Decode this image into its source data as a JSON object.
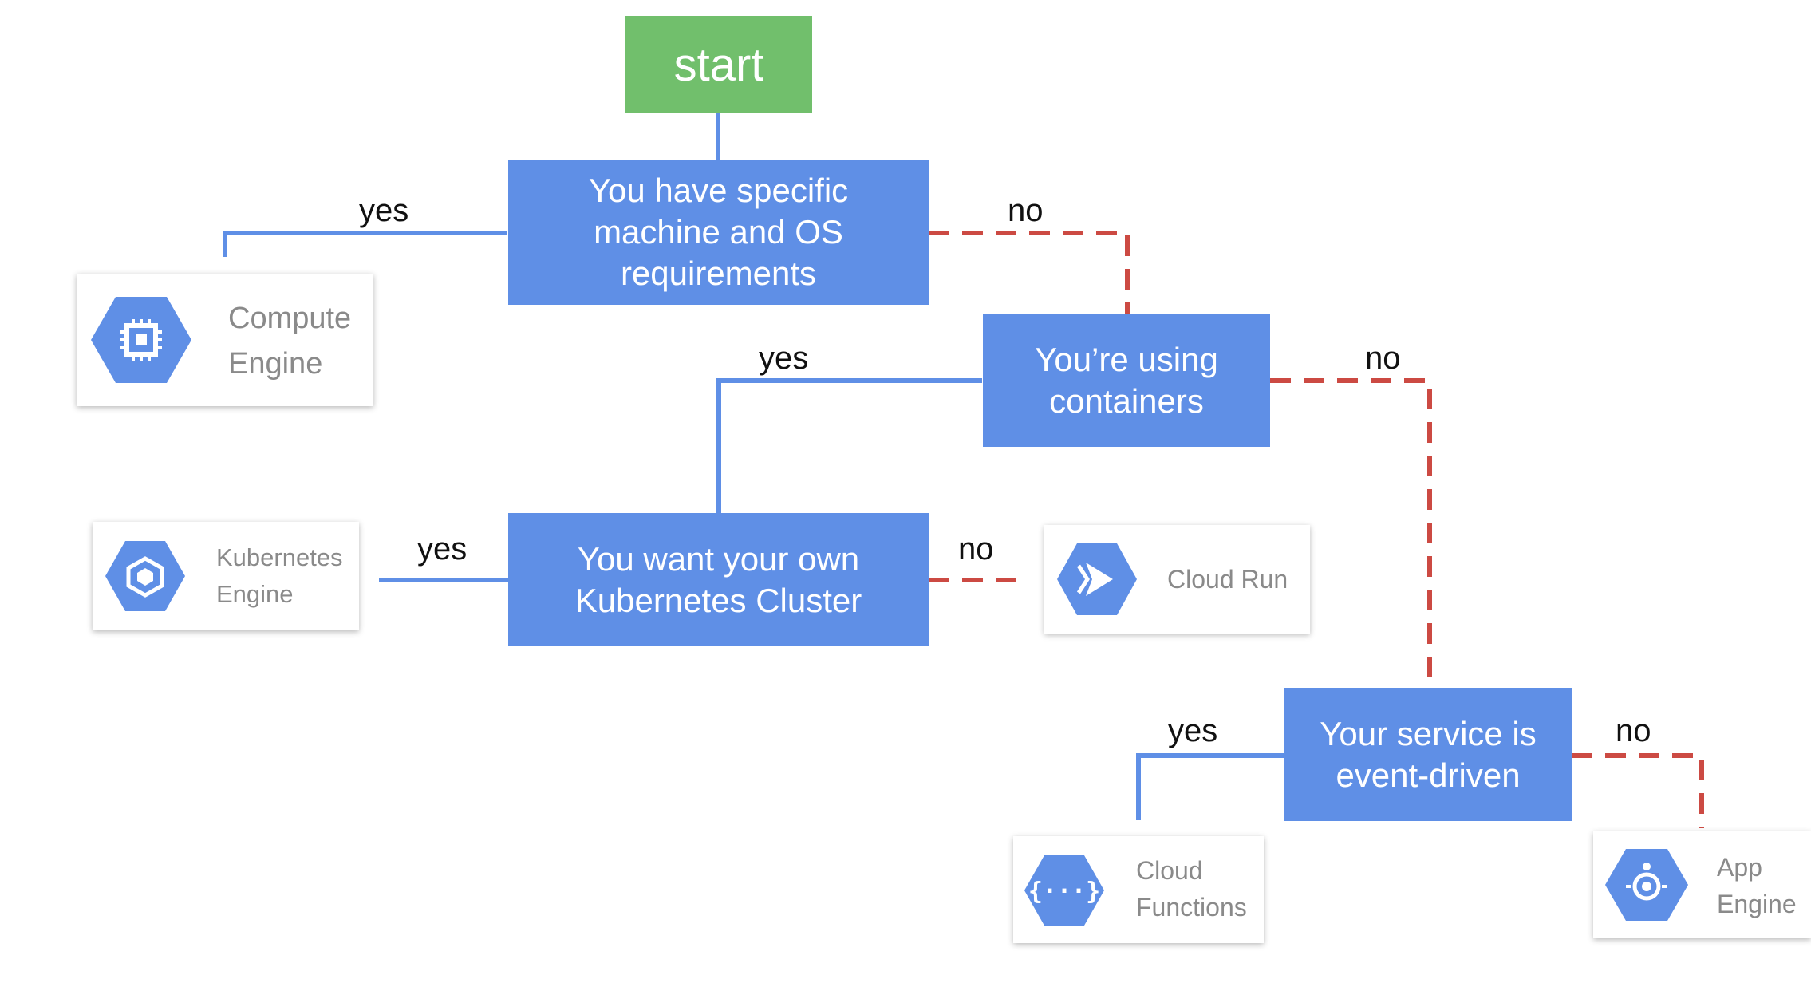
{
  "start": {
    "label": "start"
  },
  "decisions": {
    "machine_os": "You have specific machine and OS requirements",
    "containers": "You’re using containers",
    "kubernetes": "You want your own Kubernetes Cluster",
    "event_driven": "Your service is event-driven"
  },
  "edge_labels": {
    "yes_1": "yes",
    "no_1": "no",
    "yes_2": "yes",
    "no_2": "no",
    "yes_3": "yes",
    "no_3": "no",
    "yes_4": "yes",
    "no_4": "no"
  },
  "products": {
    "compute_engine": {
      "line1": "Compute",
      "line2": "Engine",
      "icon": "chip-icon"
    },
    "kubernetes_engine": {
      "line1": "Kubernetes",
      "line2": "Engine",
      "icon": "cube-icon"
    },
    "cloud_run": {
      "line1": "Cloud Run",
      "icon": "play-chevrons-icon"
    },
    "cloud_functions": {
      "line1": "Cloud",
      "line2": "Functions",
      "icon": "braces-icon"
    },
    "app_engine": {
      "line1": "App",
      "line2": "Engine",
      "icon": "target-icon"
    }
  },
  "colors": {
    "start": "#71bf6c",
    "decision": "#5f8fe6",
    "yes_line": "#5f8fe6",
    "no_line": "#cc4a43",
    "icon_hex": "#5f8fe6",
    "product_text": "#8a8a8a"
  }
}
